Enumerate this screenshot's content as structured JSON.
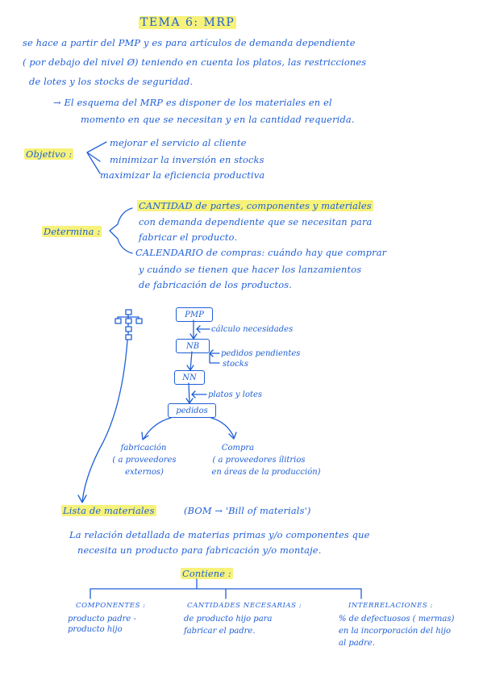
{
  "title": "TEMA 6: MRP",
  "intro": [
    "se hace a partir del PMP y es para artículos de demanda dependiente",
    "( por debajo del nivel Ø) teniendo en cuenta los platos, las restricciones",
    "de lotes y los stocks de seguridad."
  ],
  "esquema": [
    "→  El esquema del MRP es disponer de los materiales en el",
    "momento en que se necesitan y en la cantidad requerida."
  ],
  "objetivo": {
    "label": "Objetivo :",
    "items": [
      "mejorar el servicio al cliente",
      "minimizar la inversión en stocks",
      "maximizar la eficiencia productiva"
    ]
  },
  "determina": {
    "label": "Determina :",
    "cantidad": [
      "CANTIDAD de partes, componentes y materiales",
      "con demanda dependiente que se necesitan para",
      "fabricar el producto."
    ],
    "calendario": [
      "CALENDARIO de compras: cuándo hay que comprar",
      "y cuándo se tienen que hacer los lanzamientos",
      "de fabricación de los productos."
    ]
  },
  "flow": {
    "boxes": [
      "PMP",
      "NB",
      "NN",
      "pedidos"
    ],
    "notes": [
      "cálculo necesidades",
      "pedidos pendientes",
      "stocks",
      "platos y lotes"
    ],
    "fabricacion": [
      "fabricación",
      "( a proveedores",
      "externos)"
    ],
    "compra": [
      "Compra",
      "( a proveedores ílitrios",
      "en áreas de la producción)"
    ]
  },
  "lista": {
    "title": "Lista de materiales",
    "bom": "(BOM → 'Bill of materials')",
    "desc": [
      "La relación detallada de materias primas y/o componentes que",
      "necesita un producto para fabricación y/o montaje."
    ],
    "contiene": "Contiene :",
    "columns": [
      {
        "head": "COMPONENTES :",
        "lines": [
          "producto padre -",
          "producto hijo"
        ]
      },
      {
        "head": "CANTIDADES NECESARIAS :",
        "lines": [
          "de producto hijo para",
          "fabricar el padre."
        ]
      },
      {
        "head": "INTERRELACIONES :",
        "lines": [
          "% de defectuosos ( mermas)",
          "en la incorporación del hijo",
          "al padre."
        ]
      }
    ]
  }
}
